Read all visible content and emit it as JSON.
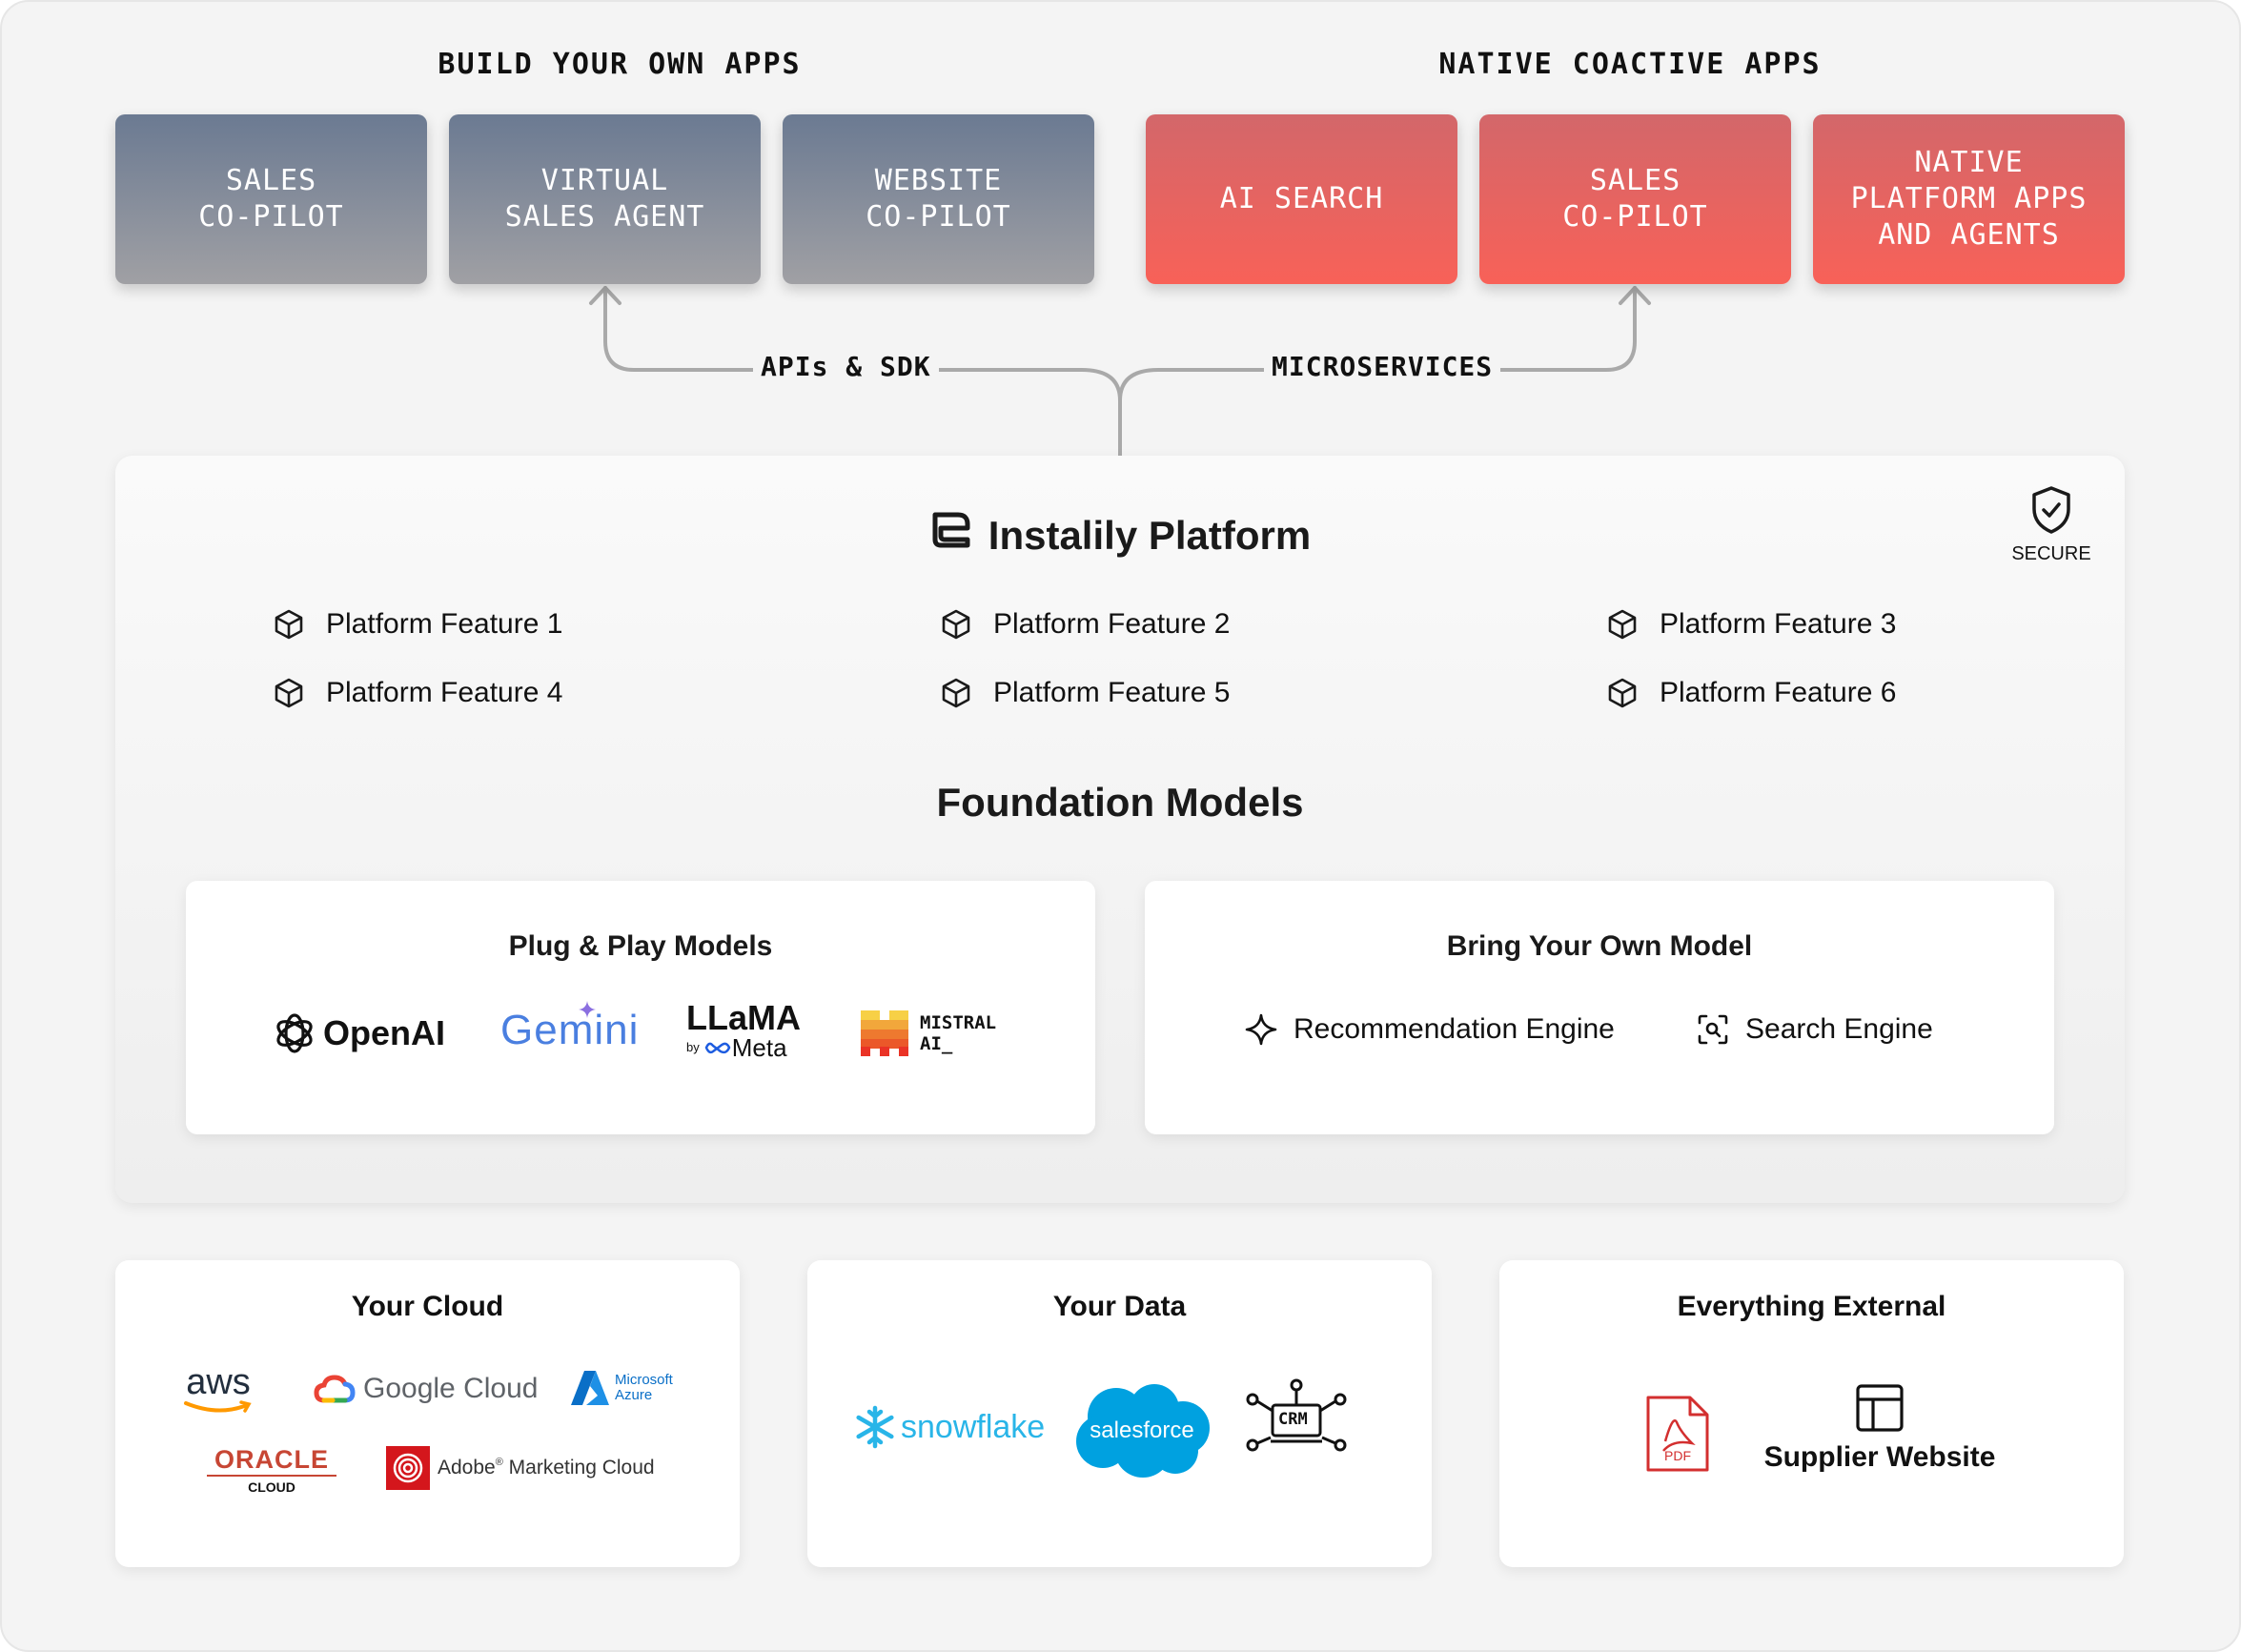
{
  "top": {
    "build_title": "BUILD YOUR OWN APPS",
    "native_title": "NATIVE COACTIVE APPS",
    "build_apps": [
      "SALES\nCO-PILOT",
      "VIRTUAL\nSALES AGENT",
      "WEBSITE\nCO-PILOT"
    ],
    "native_apps": [
      "AI SEARCH",
      "SALES\nCO-PILOT",
      "NATIVE\nPLATFORM APPS\nAND AGENTS"
    ],
    "connector_left": "APIs & SDK",
    "connector_right": "MICROSERVICES"
  },
  "platform": {
    "title": "Instalily Platform",
    "secure_label": "SECURE",
    "features": [
      "Platform Feature 1",
      "Platform Feature 2",
      "Platform Feature 3",
      "Platform Feature 4",
      "Platform Feature 5",
      "Platform Feature 6"
    ],
    "foundation_title": "Foundation Models",
    "plug_title": "Plug & Play Models",
    "plug_logos": {
      "openai": "OpenAI",
      "gemini": "Gemini",
      "llama": "LLaMA",
      "llama_by": "by",
      "llama_meta": "Meta",
      "mistral_1": "MISTRAL",
      "mistral_2": "AI_"
    },
    "byom_title": "Bring Your Own Model",
    "byom_items": [
      "Recommendation Engine",
      "Search Engine"
    ]
  },
  "bottom": {
    "cloud_title": "Your Cloud",
    "cloud_logos": {
      "aws": "aws",
      "google": "Google Cloud",
      "azure_1": "Microsoft",
      "azure_2": "Azure",
      "oracle": "ORACLE",
      "oracle_sub": "CLOUD",
      "adobe": "Adobe",
      "adobe_rest": " Marketing Cloud"
    },
    "data_title": "Your Data",
    "data_logos": {
      "snowflake": "snowflake",
      "salesforce": "salesforce",
      "crm": "CRM"
    },
    "external_title": "Everything External",
    "external_items": {
      "pdf": "PDF",
      "supplier": "Supplier Website"
    }
  },
  "colors": {
    "gray_top": "#6b7a92",
    "gray_bottom": "#a0a0a4",
    "red_top": "#d3676a",
    "red_bottom": "#f86158",
    "connector": "#aaaaaa"
  }
}
